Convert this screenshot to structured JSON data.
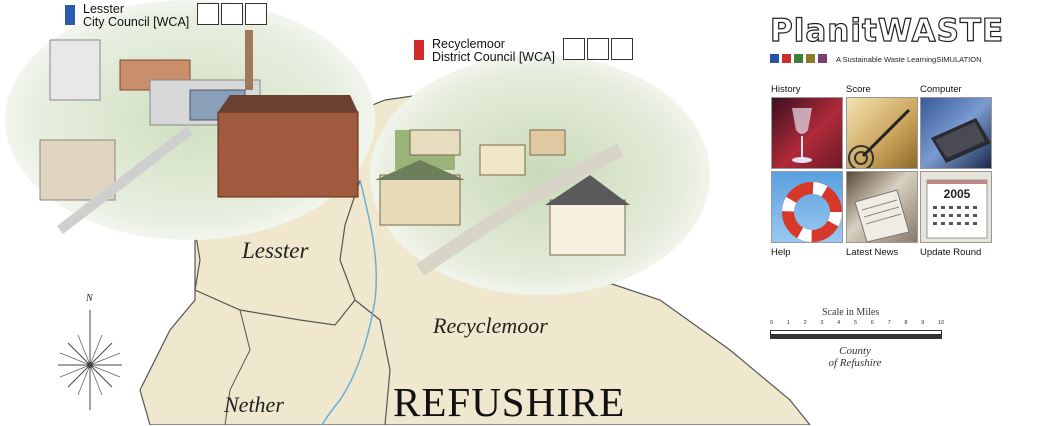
{
  "councils": [
    {
      "name_line1": "Lesster",
      "name_line2": "City Council [WCA]",
      "color": "#2a5db0"
    },
    {
      "name_line1": "Recyclemoor",
      "name_line2": "District Council [WCA]",
      "color": "#d22b2b"
    }
  ],
  "map": {
    "places": [
      "Lesster",
      "Recyclemoor",
      "Nether",
      "REFUSHIRE"
    ],
    "compass_north": "N"
  },
  "logo": {
    "title": "PlanitWASTE",
    "subtitle": "A Sustainable Waste LearningSIMULATION",
    "square_colors": [
      "#2b4fa8",
      "#c7302c",
      "#3f7f3a",
      "#8a7a2c",
      "#7a3f6e"
    ]
  },
  "menu": {
    "top": [
      {
        "label": "History",
        "icon": "wine-glass-icon"
      },
      {
        "label": "Score",
        "icon": "dartboard-icon"
      },
      {
        "label": "Computer",
        "icon": "laptop-icon"
      }
    ],
    "bottom": [
      {
        "label": "Help",
        "icon": "lifebuoy-icon"
      },
      {
        "label": "Latest News",
        "icon": "newspaper-icon"
      },
      {
        "label": "Update Round",
        "icon": "calendar-icon",
        "calendar_year": "2005"
      }
    ]
  },
  "scale": {
    "title": "Scale in Miles",
    "ticks": [
      "0",
      "1",
      "2",
      "3",
      "4",
      "5",
      "6",
      "7",
      "8",
      "9",
      "10"
    ],
    "county_line1": "County",
    "county_line2": "of Refushire"
  }
}
